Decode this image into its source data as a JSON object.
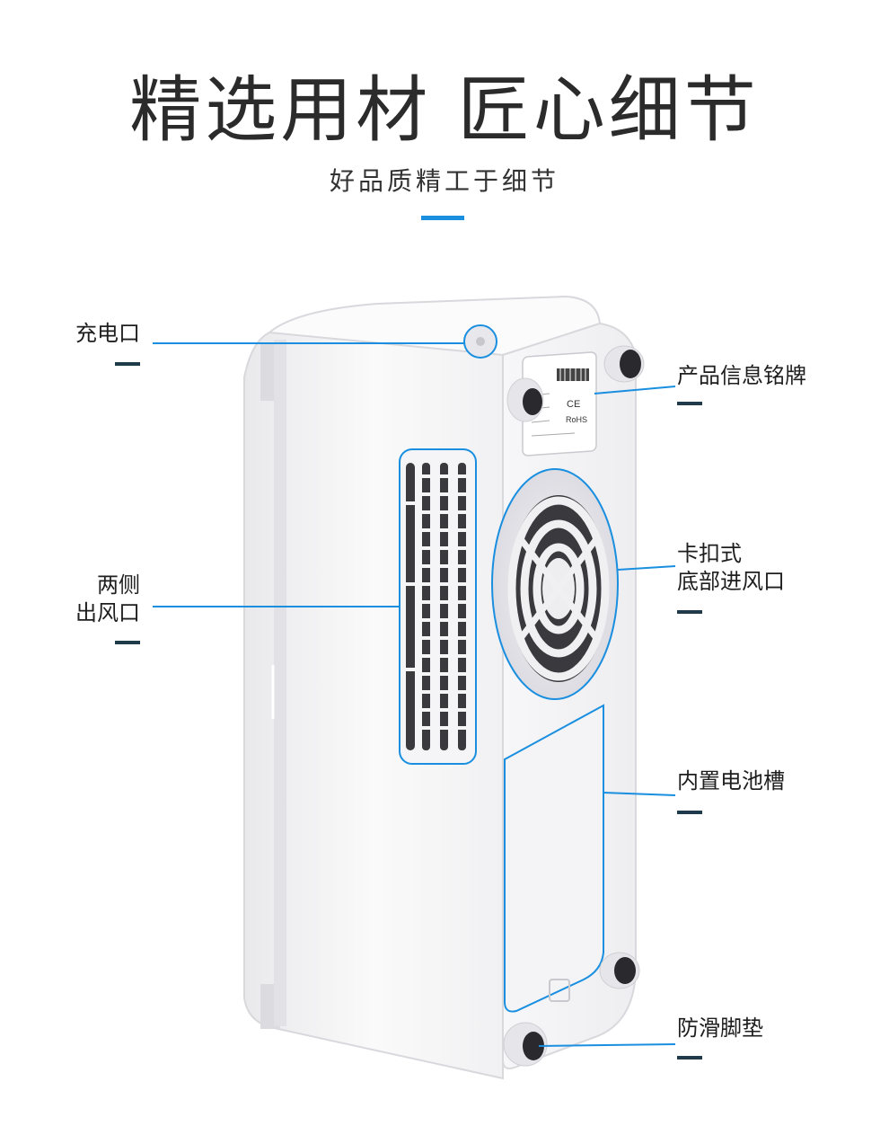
{
  "header": {
    "title": "精选用材 匠心细节",
    "subtitle": "好品质精工于细节"
  },
  "callouts": {
    "charging_port": "充电口",
    "side_outlet_line1": "两侧",
    "side_outlet_line2": "出风口",
    "info_plate": "产品信息铭牌",
    "bottom_inlet_line1": "卡扣式",
    "bottom_inlet_line2": "底部进风口",
    "battery_slot": "内置电池槽",
    "anti_slip_feet": "防滑脚垫"
  },
  "nameplate": {
    "ce_mark": "CE",
    "rohs_mark": "RoHS"
  },
  "colors": {
    "accent": "#1a8fe0",
    "dash": "#1f3a4a",
    "body": "#f4f4f6"
  }
}
